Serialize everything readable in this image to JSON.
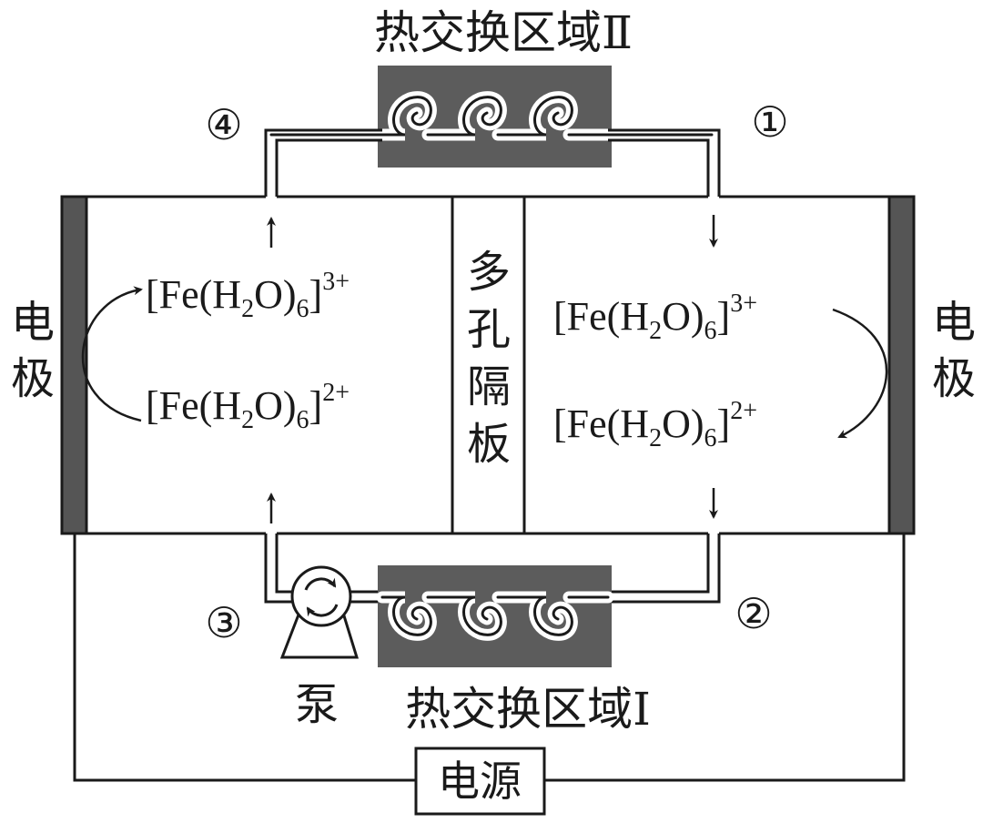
{
  "labels": {
    "heat_exchange_2": "热交换区域Ⅱ",
    "heat_exchange_1": "热交换区域Ⅰ",
    "porous_separator": [
      "多",
      "孔",
      "隔",
      "板"
    ],
    "electrode_left": [
      "电",
      "极"
    ],
    "electrode_right": [
      "电",
      "极"
    ],
    "pump": "泵",
    "power_source": "电源",
    "marker_1": "①",
    "marker_2": "②",
    "marker_3": "③",
    "marker_4": "④"
  },
  "species": {
    "left_top": {
      "prefix": "[Fe(H",
      "sub_a": "2",
      "mid": "O)",
      "sub_b": "6",
      "suffix": "]",
      "charge": "3+"
    },
    "left_bottom": {
      "prefix": "[Fe(H",
      "sub_a": "2",
      "mid": "O)",
      "sub_b": "6",
      "suffix": "]",
      "charge": "2+"
    },
    "right_top": {
      "prefix": "[Fe(H",
      "sub_a": "2",
      "mid": "O)",
      "sub_b": "6",
      "suffix": "]",
      "charge": "3+"
    },
    "right_bottom": {
      "prefix": "[Fe(H",
      "sub_a": "2",
      "mid": "O)",
      "sub_b": "6",
      "suffix": "]",
      "charge": "2+"
    }
  },
  "colors": {
    "line": "#1a1a1a",
    "heat_exchanger_fill": "#5c5c5c",
    "electrode_fill": "#555555",
    "background": "#ffffff"
  }
}
